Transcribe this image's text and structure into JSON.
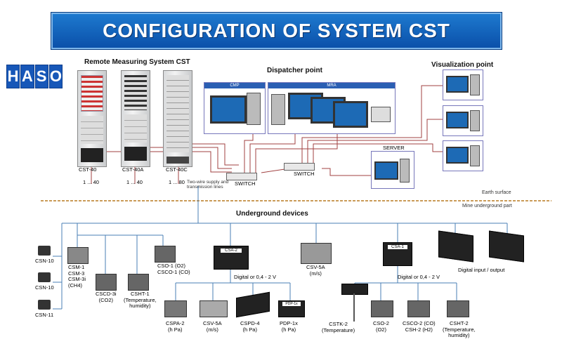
{
  "title": "CONFIGURATION OF SYSTEM CST",
  "logo": [
    "H",
    "A",
    "S",
    "O"
  ],
  "headers": {
    "remote": "Remote Measuring System CST",
    "dispatcher": "Dispatcher point",
    "visualization": "Visualization point",
    "underground": "Underground devices"
  },
  "dispatcher_boxes": {
    "cmp": "CMP",
    "mra": "MRA"
  },
  "server": "SERVER",
  "switches": [
    "SWITCH",
    "SWITCH"
  ],
  "cabinets": [
    {
      "name": "CST-40",
      "range": "1 ... 40"
    },
    {
      "name": "CST-40A",
      "range": "1 ... 40"
    },
    {
      "name": "CST-40C",
      "range": "1 ... 80"
    }
  ],
  "two_wire_note": "Two-wire supply and transmission lines",
  "earth_surface": "Earth surface",
  "mine_part": "Mine underground part",
  "left_sensors": [
    "CSN-10",
    "CSN-10",
    "CSN-11"
  ],
  "devices_top": [
    {
      "name": "CSM-1\nCSM-3\nCSM-3i\n(CH4)"
    },
    {
      "name": "CSCD-3i\n(CO2)"
    },
    {
      "name": "CSHT-1\n(Temperature,\nhumidity)"
    },
    {
      "name": "CSO-1 (O2)\nCSCO-1 (CO)"
    }
  ],
  "csa2": "CSA-2",
  "csa1": "CSA-1",
  "csv5a_top": "CSV-5A\n(m/s)",
  "digital_labels": [
    "Digital or 0,4 - 2 V",
    "Digital or 0,4 - 2 V"
  ],
  "digital_io": "Digital input / output",
  "devices_bottom_left": [
    {
      "name": "CSPA-2\n(h Pa)"
    },
    {
      "name": "CSV-5A\n(m/s)"
    },
    {
      "name": "CSPD-4\n(h Pa)"
    },
    {
      "name": "PDP-1x\n(h Pa)"
    }
  ],
  "pdp_tag": "PDP-1x",
  "devices_bottom_right": [
    {
      "name": "CSTK-2\n(Temperature)"
    },
    {
      "name": "CSO-2\n(O2)"
    },
    {
      "name": "CSCO-2 (CO)\nCSH-2 (H2)"
    },
    {
      "name": "CSHT-2\n(Temperature,\nhumidity)"
    }
  ],
  "colors": {
    "title_bg": "#0a4ea8",
    "line_blue": "#4a7fb5",
    "line_red": "#b03030",
    "logo": "#1757b8"
  }
}
